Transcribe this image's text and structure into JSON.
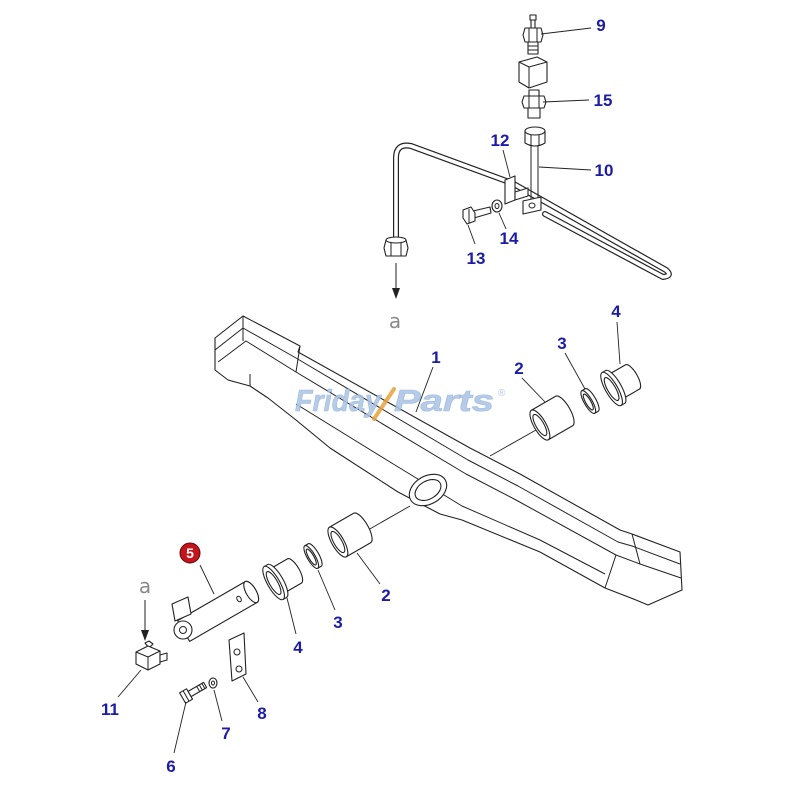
{
  "diagram": {
    "callouts": [
      {
        "label": "9"
      },
      {
        "label": "15"
      },
      {
        "label": "12"
      },
      {
        "label": "10"
      },
      {
        "label": "14"
      },
      {
        "label": "13"
      },
      {
        "label": "1"
      },
      {
        "label": "2"
      },
      {
        "label": "3"
      },
      {
        "label": "4"
      },
      {
        "label": "5",
        "highlighted": true
      },
      {
        "label": "2"
      },
      {
        "label": "3"
      },
      {
        "label": "4"
      },
      {
        "label": "11"
      },
      {
        "label": "8"
      },
      {
        "label": "7"
      },
      {
        "label": "6"
      }
    ],
    "view_markers": [
      "a",
      "a"
    ],
    "colors": {
      "line": "#222222",
      "callout": "#1c1ca6",
      "highlight": "#c4141c",
      "view_marker": "#8a8a8a"
    }
  },
  "watermark": {
    "brand_left": "Friday",
    "brand_right": "Parts",
    "mark": "®",
    "colors": {
      "text": "#a9c3e3",
      "accent": "#e8a13a"
    }
  }
}
